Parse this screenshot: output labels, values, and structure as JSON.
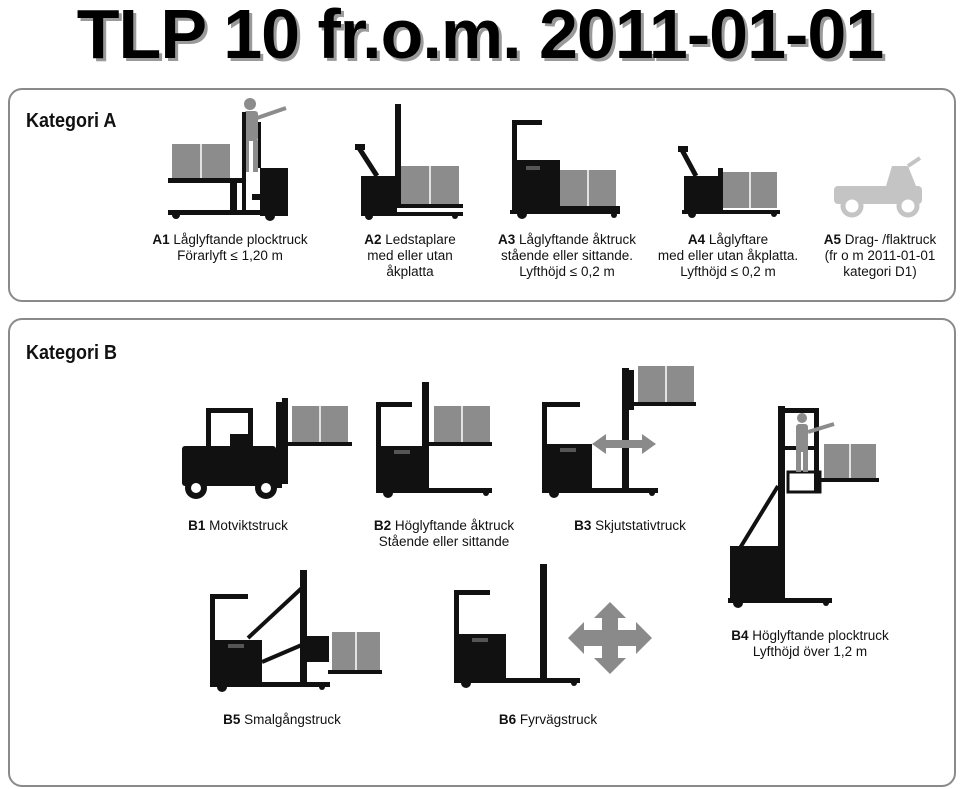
{
  "page_title": "TLP 10 fr.o.m. 2011-01-01",
  "category_a": {
    "title": "Kategori A",
    "items": [
      {
        "code": "A1",
        "line1": "Låglyftande plocktruck",
        "line2": "Förarlyft ≤ 1,20 m",
        "line3": ""
      },
      {
        "code": "A2",
        "line1": "Ledstaplare",
        "line2": "med eller utan",
        "line3": "åkplatta"
      },
      {
        "code": "A3",
        "line1": "Låglyftande åktruck",
        "line2": "stående eller sittande.",
        "line3": "Lyfthöjd ≤ 0,2 m"
      },
      {
        "code": "A4",
        "line1": "Låglyftare",
        "line2": "med eller utan åkplatta.",
        "line3": "Lyfthöjd ≤ 0,2 m"
      },
      {
        "code": "A5",
        "line1": "Drag- /flaktruck",
        "line2": "(fr o m 2011-01-01",
        "line3": "kategori D1)"
      }
    ]
  },
  "category_b": {
    "title": "Kategori B",
    "items": [
      {
        "code": "B1",
        "line1": "Motviktstruck",
        "line2": ""
      },
      {
        "code": "B2",
        "line1": "Höglyftande åktruck",
        "line2": "Stående eller sittande"
      },
      {
        "code": "B3",
        "line1": "Skjutstativtruck",
        "line2": ""
      },
      {
        "code": "B4",
        "line1": "Höglyftande plocktruck",
        "line2": "Lyfthöjd över 1,2 m"
      },
      {
        "code": "B5",
        "line1": "Smalgångstruck",
        "line2": ""
      },
      {
        "code": "B6",
        "line1": "Fyrvägstruck",
        "line2": ""
      }
    ]
  },
  "colors": {
    "truck": "#111111",
    "load": "#8c8c8c",
    "faded": "#c4c4c4",
    "arrow": "#8a8a8a",
    "border": "#8a8a8a"
  }
}
